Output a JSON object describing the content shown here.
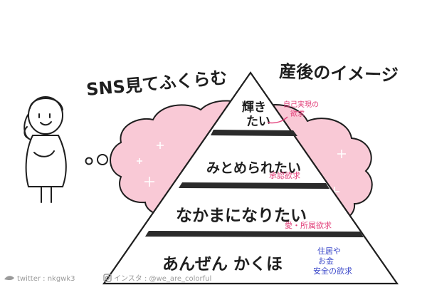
{
  "headline_left": "SNS見てふくらむ",
  "headline_right": "産後のイメージ",
  "levels": [
    {
      "label": "輝き\nたい",
      "note": "自己実現の\n欲求",
      "note_color": "#e2407a"
    },
    {
      "label": "みとめられたい",
      "note": "承認欲求",
      "note_color": "#e2407a"
    },
    {
      "label": "なかまになりたい",
      "note": "愛・所属欲求",
      "note_color": "#e2407a"
    },
    {
      "label": "あんぜん かくほ",
      "note": "住居や\nお金\n安全の欲求",
      "note_color": "#3a47c9"
    }
  ],
  "footer": {
    "twitter": "twitter : nkgwk3",
    "instagram": "インスタ : @we_are_colorful"
  },
  "colors": {
    "bubble": "#f9c9d6",
    "ink": "#1e1e1e",
    "pink_note": "#e2407a",
    "blue_note": "#3a47c9"
  }
}
